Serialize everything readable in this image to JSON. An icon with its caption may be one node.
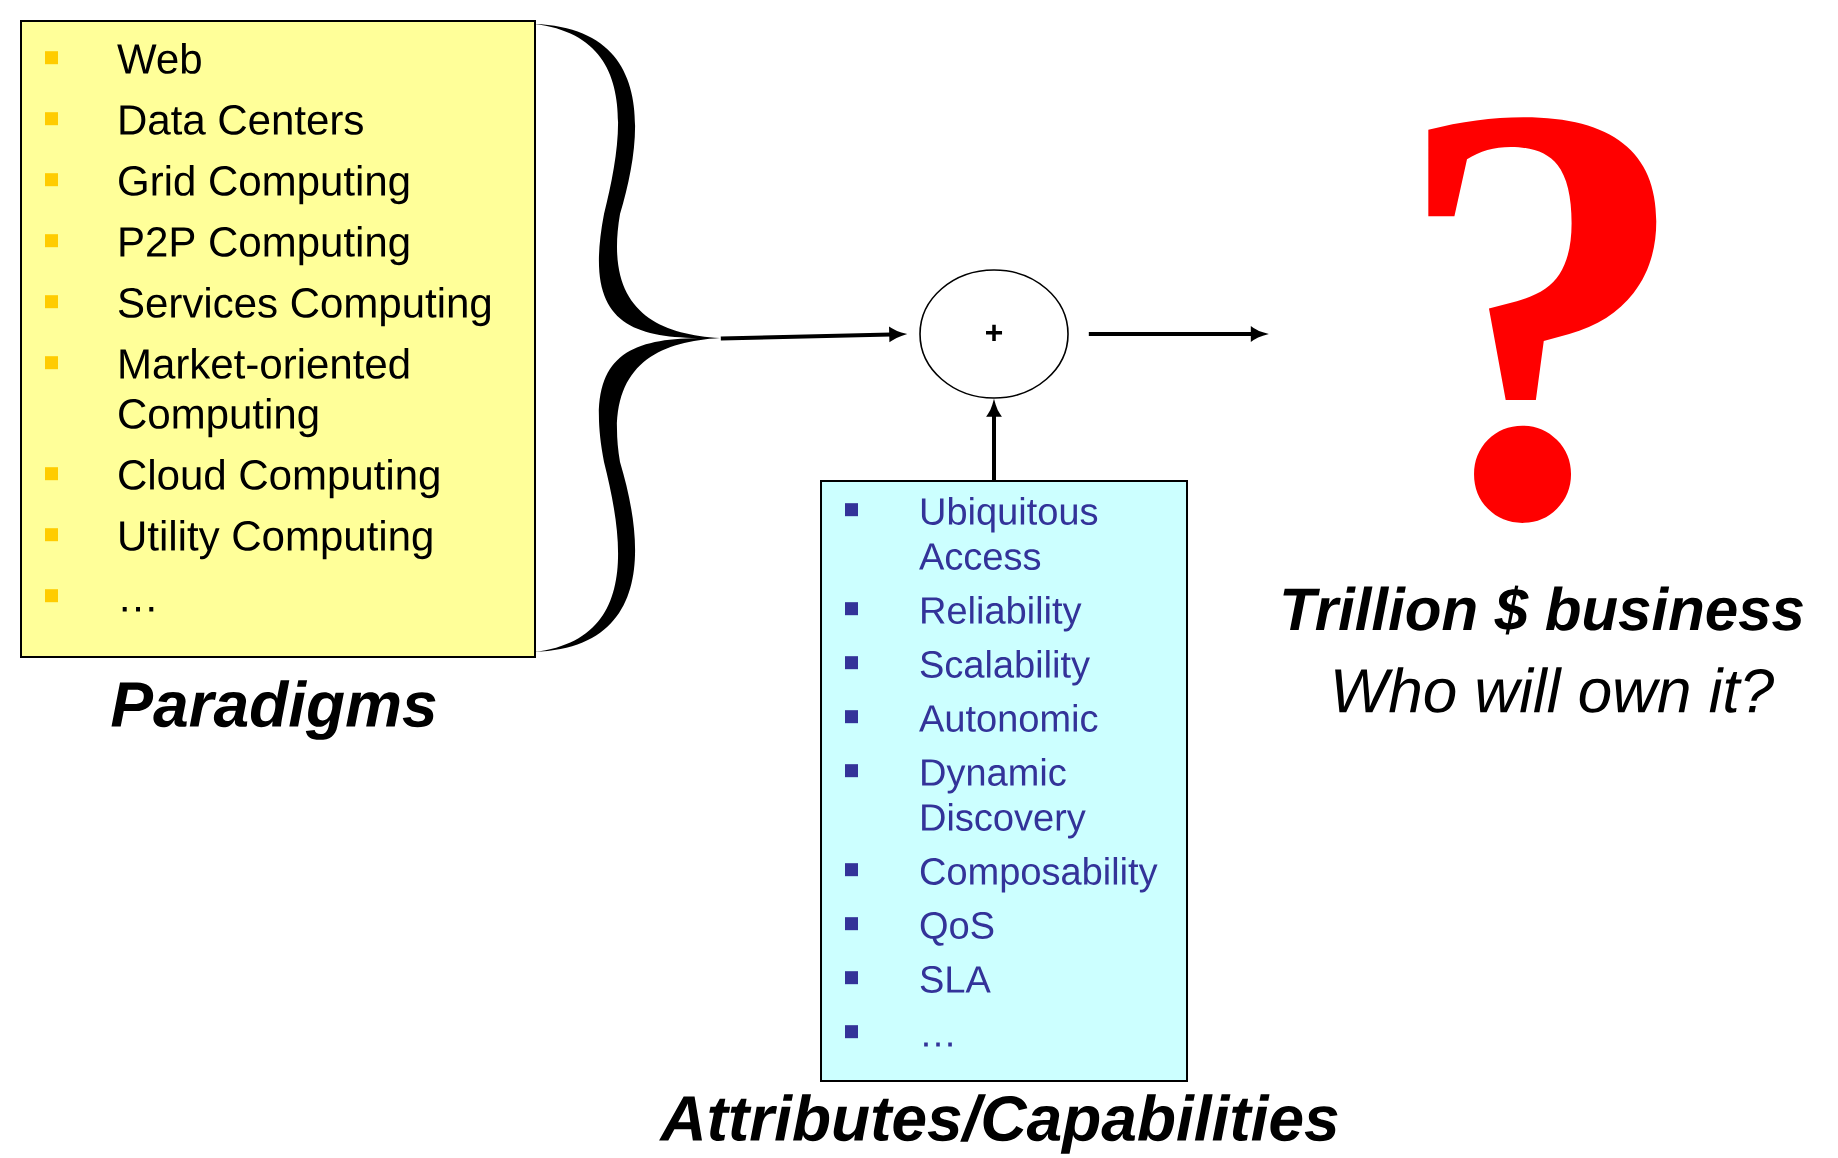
{
  "diagram": {
    "nodes": [
      {
        "text": [
          "Web",
          "Data Centers",
          "Grid Computing",
          "P2P Computing",
          "Services Computing",
          "Market-oriented Computing",
          "Cloud Computing",
          "Utility Computing",
          "…"
        ],
        "beside": [
          "Paradigms"
        ]
      },
      {
        "text": [],
        "shape": "brace"
      },
      {
        "text": [
          "+"
        ]
      },
      {
        "text": [
          "Ubiquitous Access",
          "Reliability",
          "Scalability",
          "Autonomic",
          "Dynamic Discovery",
          "Composability",
          "QoS",
          "SLA",
          "…"
        ],
        "beside": [
          "Attributes/Capabilities"
        ]
      }
    ],
    "edges": [
      {
        "from": 1,
        "to": 2,
        "arrow": "to"
      },
      {
        "from": 3,
        "to": 2,
        "arrow": "to"
      },
      {
        "from": 2,
        "to": null,
        "arrow": "to"
      }
    ],
    "labels": [
      "?",
      "Trillion $ business",
      "Who will own it?"
    ]
  }
}
